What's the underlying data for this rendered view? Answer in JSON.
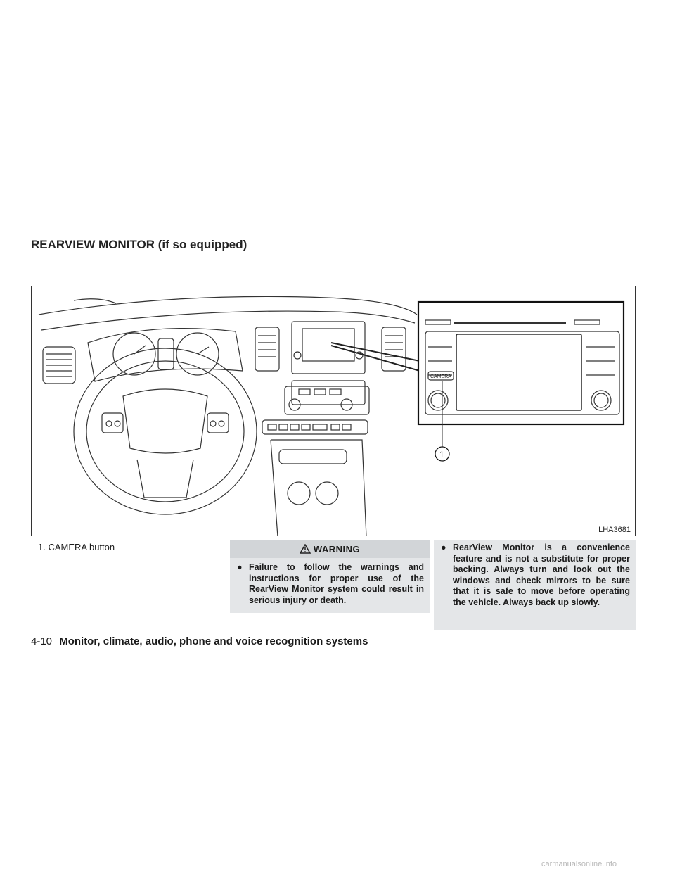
{
  "section": {
    "title": "REARVIEW MONITOR (if so equipped)"
  },
  "figure": {
    "callouts": [
      {
        "number": "1",
        "label": "CAMERA button"
      }
    ],
    "camera_button_text": "CAMERA",
    "callout_badge": "1",
    "code": "LHA3681"
  },
  "warning": {
    "heading": "WARNING",
    "bullets": [
      "Failure to follow the warnings and instructions for proper use of the RearView Monitor system could result in serious injury or death.",
      "RearView Monitor is a convenience feature and is not a substitute for proper backing. Always turn and look out the windows and check mirrors to be sure that it is safe to move before operating the vehicle. Always back up slowly."
    ]
  },
  "footer": {
    "page_number": "4-10",
    "chapter_title": "Monitor, climate, audio, phone and voice recognition systems"
  },
  "watermark": "carmanualsonline.info"
}
